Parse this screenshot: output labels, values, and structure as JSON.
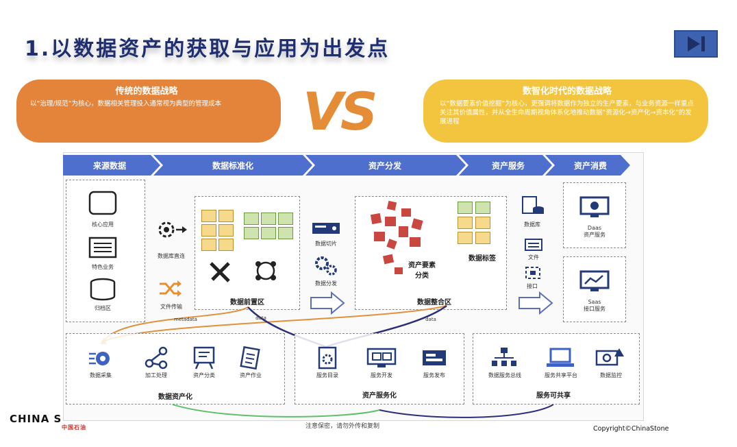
{
  "title": "1.以数据资产的获取与应用为出发点",
  "traditional": {
    "heading": "传统的数据战略",
    "text": "以“治理/规范”为核心，数据相关管理投入通常视为典型的管理成本"
  },
  "vs": "VS",
  "digital": {
    "heading": "数智化时代的数据战略",
    "text": "以“数据要素价值挖掘”为核心，更强调将数据作为独立的生产要素，与业务资源一样重点关注其价值属性，并从全生命周期视角体系化地推动数据“资源化→资产化→资本化”的发展进程"
  },
  "stages": [
    "来源数据",
    "数据标准化",
    "资产分发",
    "资产服务",
    "资产消费"
  ],
  "source": {
    "items": [
      "核心应用",
      "特色业务",
      "归档区"
    ]
  },
  "ingest": {
    "items": [
      "数据库直连",
      "文件传输"
    ]
  },
  "front_zone": {
    "label": "数据前置区"
  },
  "distribution": {
    "items": [
      "数据切片",
      "数据分发"
    ]
  },
  "integration_zone": {
    "label": "数据整合区",
    "elements_label": "资产要素\n分类",
    "tags_label": "数据标签"
  },
  "service_items": [
    "数据库",
    "文件",
    "接口"
  ],
  "consumption": {
    "daas": "Daas\n资产服务",
    "saas": "Saas\n接口服务"
  },
  "flow_labels": {
    "metadata": "metadata",
    "data_left": "data",
    "data_right": "data"
  },
  "assetization": {
    "label": "数据资产化",
    "items": [
      "数据采集",
      "加工处理",
      "资产分类",
      "资产作业"
    ]
  },
  "servitization": {
    "label": "资产服务化",
    "items": [
      "服务目录",
      "服务开发",
      "服务发布"
    ]
  },
  "sharing": {
    "label": "服务可共享",
    "items": [
      "数据服务总线",
      "服务共享平台",
      "数据监控"
    ]
  },
  "footer": {
    "logo": "CHINA S",
    "logo_sub": "中国石油",
    "notice": "注意保密，请勿外传和复制",
    "copyright": "Copyright©ChinaStone"
  },
  "colors": {
    "title": "#1f2e6e",
    "stage_blue": "#4f6fcf",
    "traditional": "#e4843b",
    "digital": "#f3c53f",
    "flow_orange": "#e0913a",
    "flow_navy": "#2b2f7a",
    "flow_green": "#5fbf6a",
    "element_red": "#c9473f"
  }
}
